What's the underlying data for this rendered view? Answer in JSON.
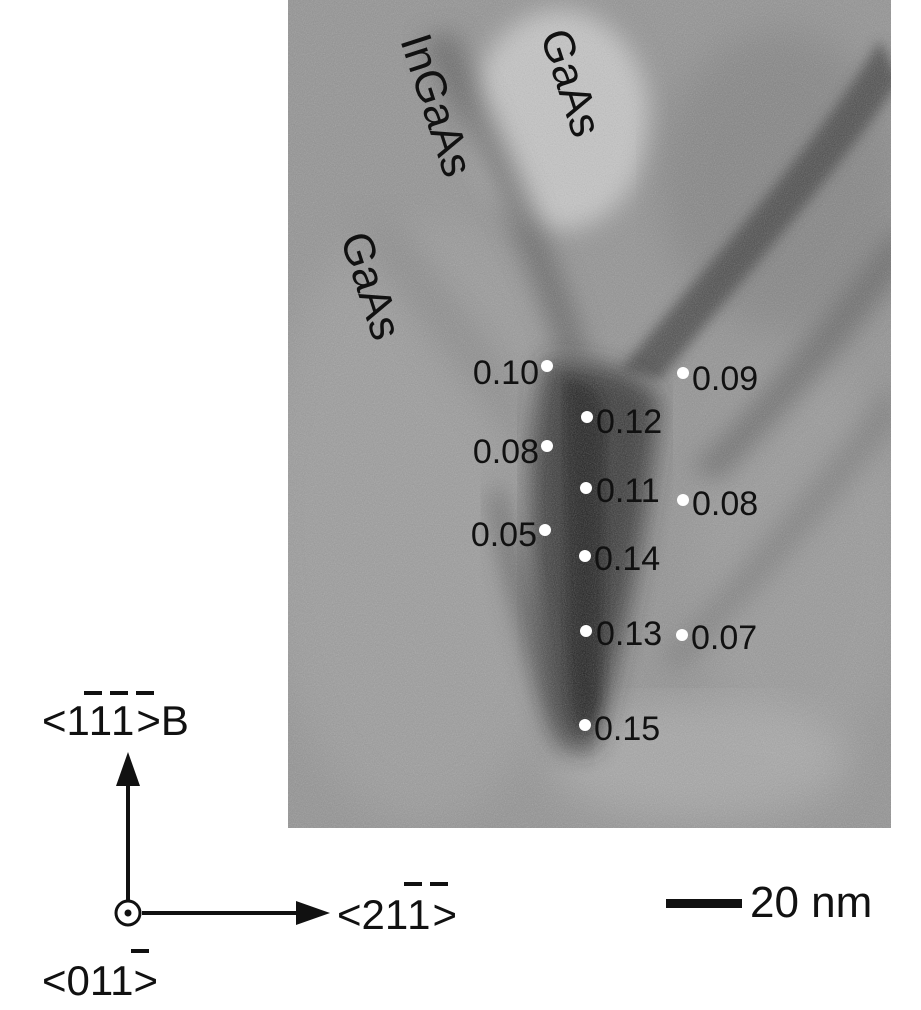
{
  "micrograph": {
    "region_labels": {
      "top_right": "GaAs",
      "middle": "InGaAs",
      "left": "GaAs"
    },
    "measurements": [
      {
        "value": "0.10"
      },
      {
        "value": "0.09"
      },
      {
        "value": "0.12"
      },
      {
        "value": "0.08"
      },
      {
        "value": "0.11"
      },
      {
        "value": "0.08"
      },
      {
        "value": "0.05"
      },
      {
        "value": "0.14"
      },
      {
        "value": "0.13"
      },
      {
        "value": "0.07"
      },
      {
        "value": "0.15"
      }
    ]
  },
  "axes": {
    "vertical_label_prefix": "<",
    "vertical_label_digits": "111",
    "vertical_label_suffix": ">B",
    "horizontal_label_prefix": "<2",
    "horizontal_label_digits": "11",
    "horizontal_label_suffix": ">",
    "out_of_plane_label_prefix": "<01",
    "out_of_plane_label_digits": "1",
    "out_of_plane_label_suffix": ">"
  },
  "scale_bar": {
    "label": "20 nm"
  },
  "colors": {
    "image_background": "#8f8f8f",
    "marker": "#ffffff",
    "text": "#111111"
  }
}
